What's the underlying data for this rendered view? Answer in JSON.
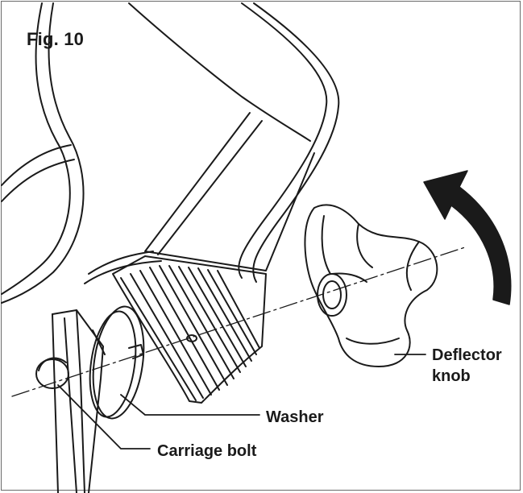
{
  "figure": {
    "title": "Fig. 10"
  },
  "callouts": {
    "deflector_knob_line1": "Deflector",
    "deflector_knob_line2": "knob",
    "washer": "Washer",
    "carriage_bolt": "Carriage bolt"
  },
  "colors": {
    "line": "#1a1a1a",
    "background": "#ffffff",
    "frame": "#6a6a6a"
  }
}
